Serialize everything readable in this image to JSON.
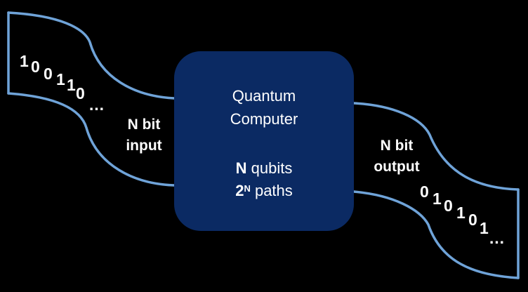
{
  "box": {
    "line1": "Quantum",
    "line2": "Computer",
    "qubits_n": "N",
    "qubits_text": " qubits",
    "paths_base": "2",
    "paths_exp": "N",
    "paths_text": " paths"
  },
  "input_label": {
    "line1": "N bit",
    "line2": "input"
  },
  "output_label": {
    "line1": "N bit",
    "line2": "output"
  },
  "input_bits": [
    "1",
    "0",
    "0",
    "1",
    "1",
    "0",
    "…"
  ],
  "output_bits": [
    "0",
    "1",
    "0",
    "1",
    "0",
    "1",
    "…"
  ],
  "colors": {
    "ribbon": "#6fa3d8",
    "box": "#0b2a63",
    "text": "#ffffff",
    "background": "#000000"
  }
}
